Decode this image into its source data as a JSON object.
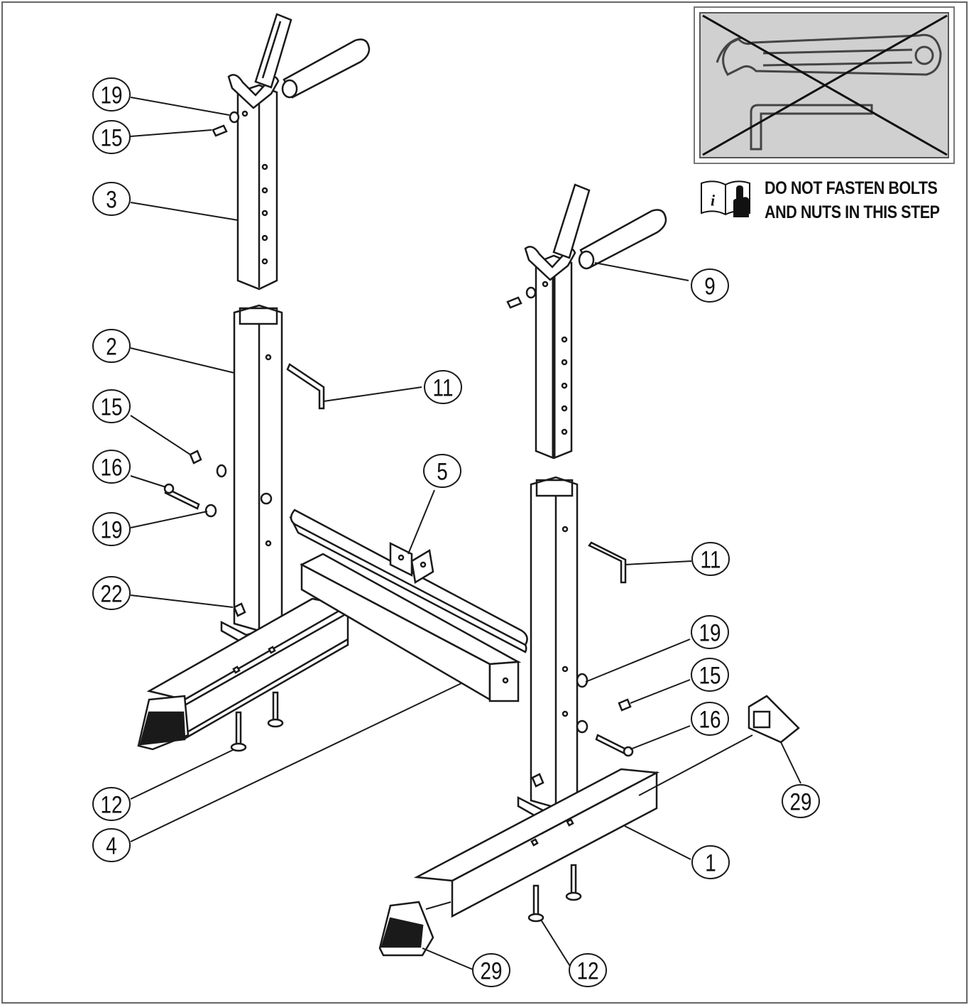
{
  "notice": {
    "line1": "DO NOT FASTEN BOLTS",
    "line2": "AND NUTS IN THIS STEP",
    "icon": "info-manual-hand-icon",
    "tools_icon": "no-wrench-no-hex-key-icon"
  },
  "callouts": [
    {
      "id": "c-19-top",
      "text": "19"
    },
    {
      "id": "c-15-top",
      "text": "15"
    },
    {
      "id": "c-3",
      "text": "3"
    },
    {
      "id": "c-2",
      "text": "2"
    },
    {
      "id": "c-11-left",
      "text": "11"
    },
    {
      "id": "c-15-mid",
      "text": "15"
    },
    {
      "id": "c-16-left",
      "text": "16"
    },
    {
      "id": "c-19-mid",
      "text": "19"
    },
    {
      "id": "c-22",
      "text": "22"
    },
    {
      "id": "c-5",
      "text": "5"
    },
    {
      "id": "c-9",
      "text": "9"
    },
    {
      "id": "c-11-right",
      "text": "11"
    },
    {
      "id": "c-19-right",
      "text": "19"
    },
    {
      "id": "c-15-right",
      "text": "15"
    },
    {
      "id": "c-16-right",
      "text": "16"
    },
    {
      "id": "c-29-right",
      "text": "29"
    },
    {
      "id": "c-12-left",
      "text": "12"
    },
    {
      "id": "c-4",
      "text": "4"
    },
    {
      "id": "c-1",
      "text": "1"
    },
    {
      "id": "c-29-bottom",
      "text": "29"
    },
    {
      "id": "c-12-bottom",
      "text": "12"
    }
  ],
  "colors": {
    "line": "#1a1a1a",
    "tool_panel": "#cfcfcf",
    "panel_border": "#555555"
  }
}
